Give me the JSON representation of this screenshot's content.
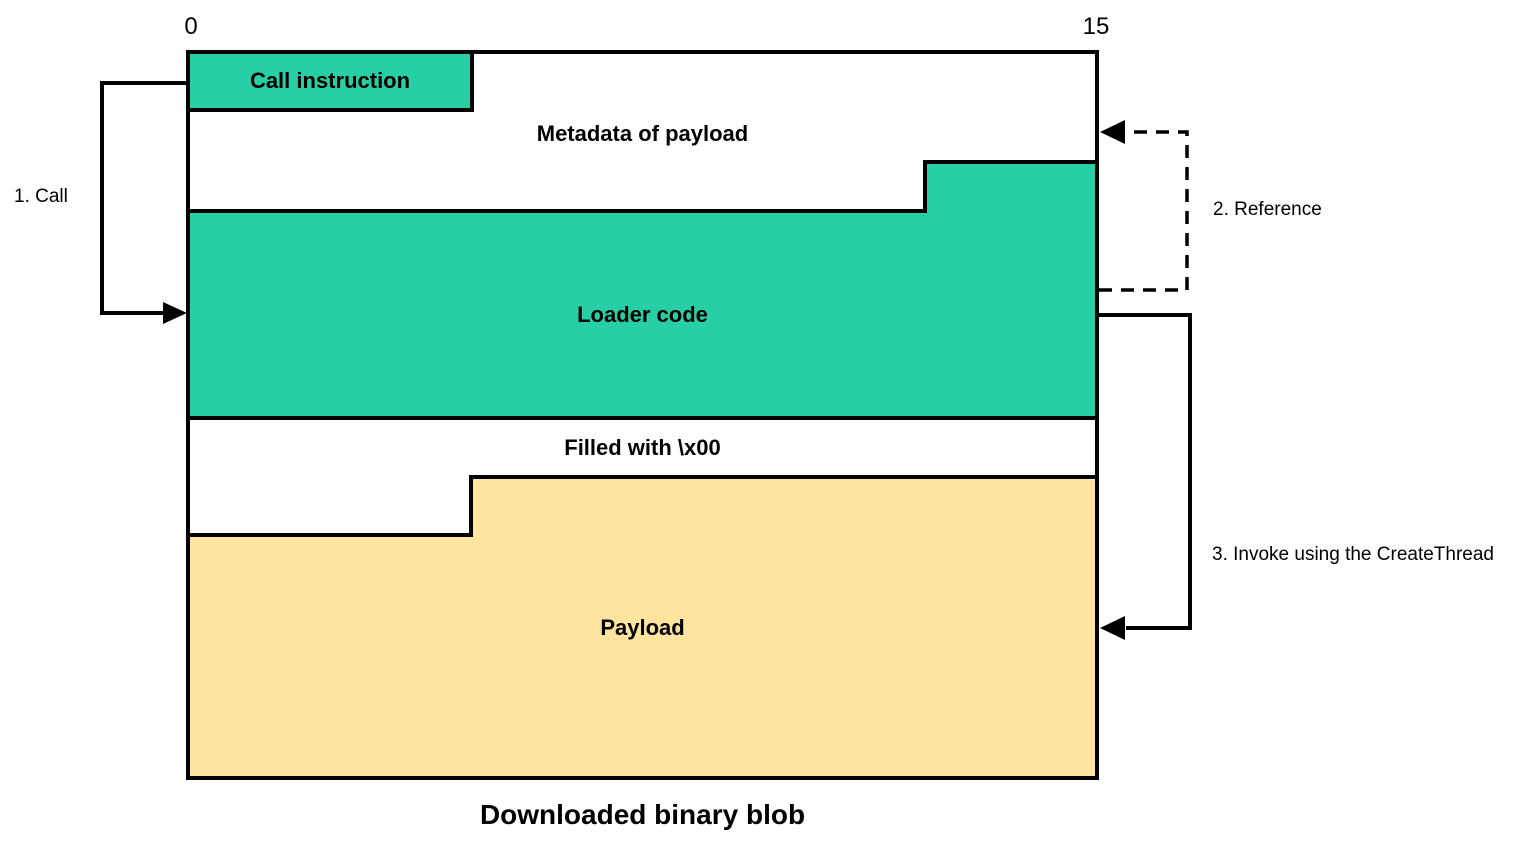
{
  "diagram": {
    "axis": {
      "left_tick": "0",
      "right_tick": "15"
    },
    "regions": {
      "call_instruction": "Call instruction",
      "metadata": "Metadata of payload",
      "loader_code": "Loader code",
      "filler": "Filled with \\x00",
      "payload": "Payload"
    },
    "annotations": {
      "step1": "1. Call",
      "step2": "2. Reference",
      "step3": "3. Invoke using the CreateThread"
    },
    "caption": "Downloaded binary blob",
    "colors": {
      "teal": "#28CFA5",
      "yellow": "#FEE49E",
      "line": "#000000",
      "background": "#FFFFFF"
    }
  }
}
